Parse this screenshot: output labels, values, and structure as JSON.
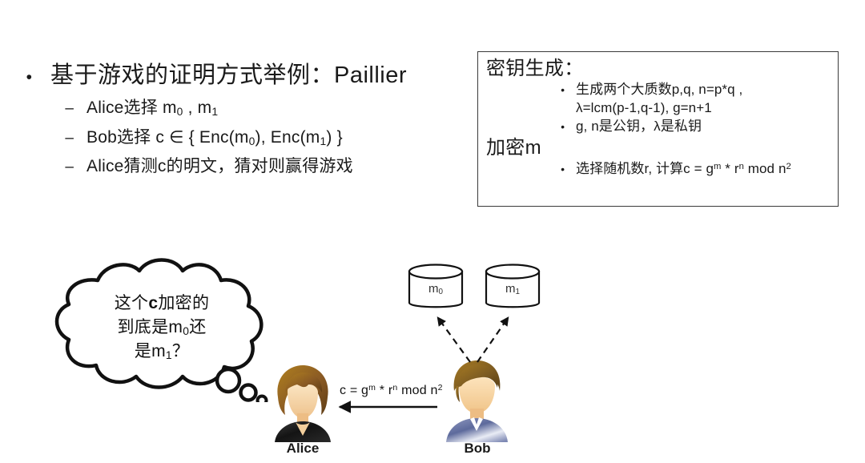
{
  "slide": {
    "bullet_marker_l1": "•",
    "bullet_marker_l2": "–",
    "bullet_marker_box": "•",
    "title_bullet": "基于游戏的证明方式举例：Paillier",
    "sub_bullets": [
      "Alice选择 m₀ , m₁",
      "Bob选择 c ∈ { Enc(m₀), Enc(m₁) }",
      "Alice猜测c的明文，猜对则赢得游戏"
    ]
  },
  "keygen_box": {
    "heading_keygen": "密钥生成：",
    "item1_line1": "生成两个大质数p,q, n=p*q ,",
    "item1_line2": "λ=lcm(p-1,q-1),  g=n+1",
    "item2": "g, n是公钥，λ是私钥",
    "heading_encrypt": "加密m",
    "item3": "选择随机数r, 计算c = gᵐ * rⁿ mod n²"
  },
  "thought_bubble": {
    "line1_pre": "这个",
    "line1_bold": "c",
    "line1_post": "加密的",
    "line2": "到底是m₀还",
    "line3": "是m₁？"
  },
  "diagram": {
    "cylinder_m0_label": "m₀",
    "cylinder_m1_label": "m₁",
    "alice_name": "Alice",
    "bob_name": "Bob",
    "arrow_label": "c = gᵐ * rⁿ mod n²"
  },
  "colors": {
    "ink": "#1a1a1a",
    "box_border": "#3a3a3a",
    "alice_hair": "#8a5a24",
    "alice_skin": "#f3cf9d",
    "alice_suit": "#1c1c1c",
    "bob_hair": "#7b5a22",
    "bob_skin": "#f6d6a4",
    "bob_shirt": "#6d7ba6"
  }
}
